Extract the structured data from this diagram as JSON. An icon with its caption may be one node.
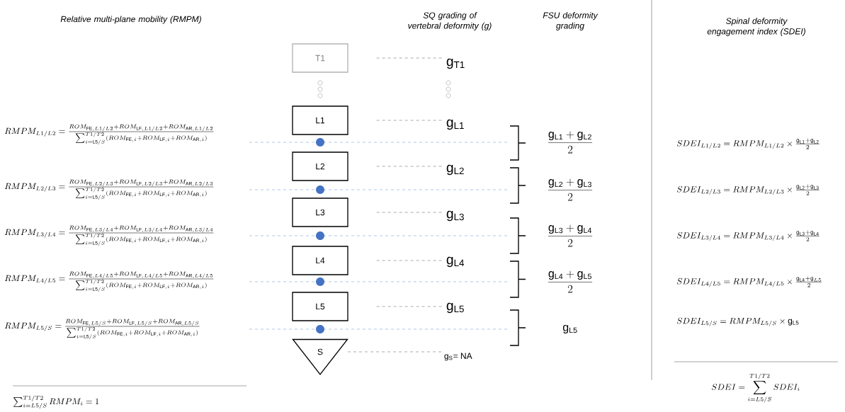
{
  "diagram": {
    "nodes": [
      {
        "text": [
          "T1"
        ]
      },
      {
        "text": [
          "L1"
        ]
      },
      {
        "text": [
          "L2"
        ]
      },
      {
        "text": [
          "L3"
        ]
      },
      {
        "text": [
          "L4"
        ]
      },
      {
        "text": [
          "L5"
        ]
      },
      {
        "text": [
          "S"
        ]
      },
      {
        "text": [
          "g$_{T1}$"
        ]
      },
      {
        "text": [
          "g$_{L1}$"
        ]
      },
      {
        "text": [
          "g$_{L2}$"
        ]
      },
      {
        "text": [
          "g$_{L3}$"
        ]
      },
      {
        "text": [
          "g$_{L4}$"
        ]
      },
      {
        "text": [
          "g$_{L5}$"
        ]
      },
      {
        "text": [
          "g$_{S}$= NA"
        ]
      }
    ],
    "edges": [
      {
        "from": 0,
        "to": 7,
        "arrow": "none",
        "style": "dashed"
      },
      {
        "from": 1,
        "to": 8,
        "arrow": "none",
        "style": "dashed"
      },
      {
        "from": 2,
        "to": 9,
        "arrow": "none",
        "style": "dashed"
      },
      {
        "from": 3,
        "to": 10,
        "arrow": "none",
        "style": "dashed"
      },
      {
        "from": 4,
        "to": 11,
        "arrow": "none",
        "style": "dashed"
      },
      {
        "from": 5,
        "to": 12,
        "arrow": "none",
        "style": "dashed"
      },
      {
        "from": 6,
        "to": 13,
        "arrow": "none",
        "style": "dashed"
      }
    ],
    "labels": [
      "Relative multi-plane mobility (RMPM)",
      "SQ grading of vertebral deformity (g)",
      "FSU deformity grading",
      "Spinal deformity engagement index (SDEI)",
      "RMPM_{L1/L2} = \\frac{ROM_{\\mathrm{FE},L1/L2}+ROM_{\\mathrm{LF},L1/L2}+ROM_{\\mathrm{AR},L1/L2}}{\\sum_{i=\\mathrm{L5}/S}^{T1/T2}(ROM_{\\mathrm{FE},i}+ROM_{\\mathrm{LF},i}+ROM_{\\mathrm{AR},i})}",
      "RMPM_{L2/L3} = \\frac{ROM_{\\mathrm{FE},L2/L3}+ROM_{\\mathrm{LF},L2/L3}+ROM_{\\mathrm{AR},L2/L3}}{\\sum_{i=\\mathrm{L5}/S}^{T1/T2}(ROM_{\\mathrm{FE},i}+ROM_{\\mathrm{LF},i}+ROM_{\\mathrm{AR},i})}",
      "RMPM_{L3/L4} = \\frac{ROM_{\\mathrm{FE},L3/L4}+ROM_{\\mathrm{LF},L3/L4}+ROM_{\\mathrm{AR},L3/L4}}{\\sum_{i=\\mathrm{L5}/S}^{T1/T2}(ROM_{\\mathrm{FE},i}+ROM_{\\mathrm{LF},i}+ROM_{\\mathrm{AR},i})}",
      "RMPM_{L4/L5} = \\frac{ROM_{\\mathrm{FE},L4/L5}+ROM_{\\mathrm{LF},L4/L5}+ROM_{\\mathrm{AR},L4/L5}}{\\sum_{i=\\mathrm{L5}/S}^{T1/T2}(ROM_{\\mathrm{FE},i}+ROM_{\\mathrm{LF},i}+ROM_{\\mathrm{AR},i})}",
      "RMPM_{L5/S} = \\frac{ROM_{\\mathrm{FE},L5/S}+ROM_{\\mathrm{LF},L5/S}+ROM_{\\mathrm{AR},L5/S}}{\\sum_{i=\\mathrm{L5}/S}^{T1/T2}(ROM_{\\mathrm{FE},i}+ROM_{\\mathrm{LF},i}+ROM_{\\mathrm{AR},i})}",
      "\\frac{\\mathrm{g}_{\\mathrm{L1}}+\\mathrm{g}_{\\mathrm{L2}}}{2}",
      "\\frac{\\mathrm{g}_{\\mathrm{L2}}+\\mathrm{g}_{\\mathrm{L3}}}{2}",
      "\\frac{\\mathrm{g}_{\\mathrm{L3}}+\\mathrm{g}_{\\mathrm{L4}}}{2}",
      "\\frac{\\mathrm{g}_{\\mathrm{L4}}+\\mathrm{g}_{\\mathrm{L5}}}{2}",
      "\\mathrm{g}_{\\mathrm{L5}}",
      "SDEI_{L1/L2} = RMPM_{L1/L2} \\times \\frac{\\mathrm{g}_{\\mathrm{L1}}+\\mathrm{g}_{\\mathrm{L2}}}{2}",
      "SDEI_{L2/L3} = RMPM_{L2/L3} \\times \\frac{\\mathrm{g}_{\\mathrm{L2}}+\\mathrm{g}_{\\mathrm{L3}}}{2}",
      "SDEI_{L3/L4} = RMPM_{L3/L4} \\times \\frac{\\mathrm{g}_{\\mathrm{L3}}+\\mathrm{g}_{\\mathrm{L4}}}{2}",
      "SDEI_{L4/L5} = RMPM_{L4/L5} \\times \\frac{\\mathrm{g}_{\\mathrm{L4}}+\\mathrm{g}_{L5}}{2}",
      "SDEI_{L5/S} = RMPM_{L5/S} \\times \\mathrm{g}_{\\mathrm{L5}}",
      "\\sum_{i=L5/S}^{T1/T2} RMPM_i = 1",
      "SDEI = \\sum_{i=L5/S}^{T1/T2} SDEI_i"
    ]
  }
}
